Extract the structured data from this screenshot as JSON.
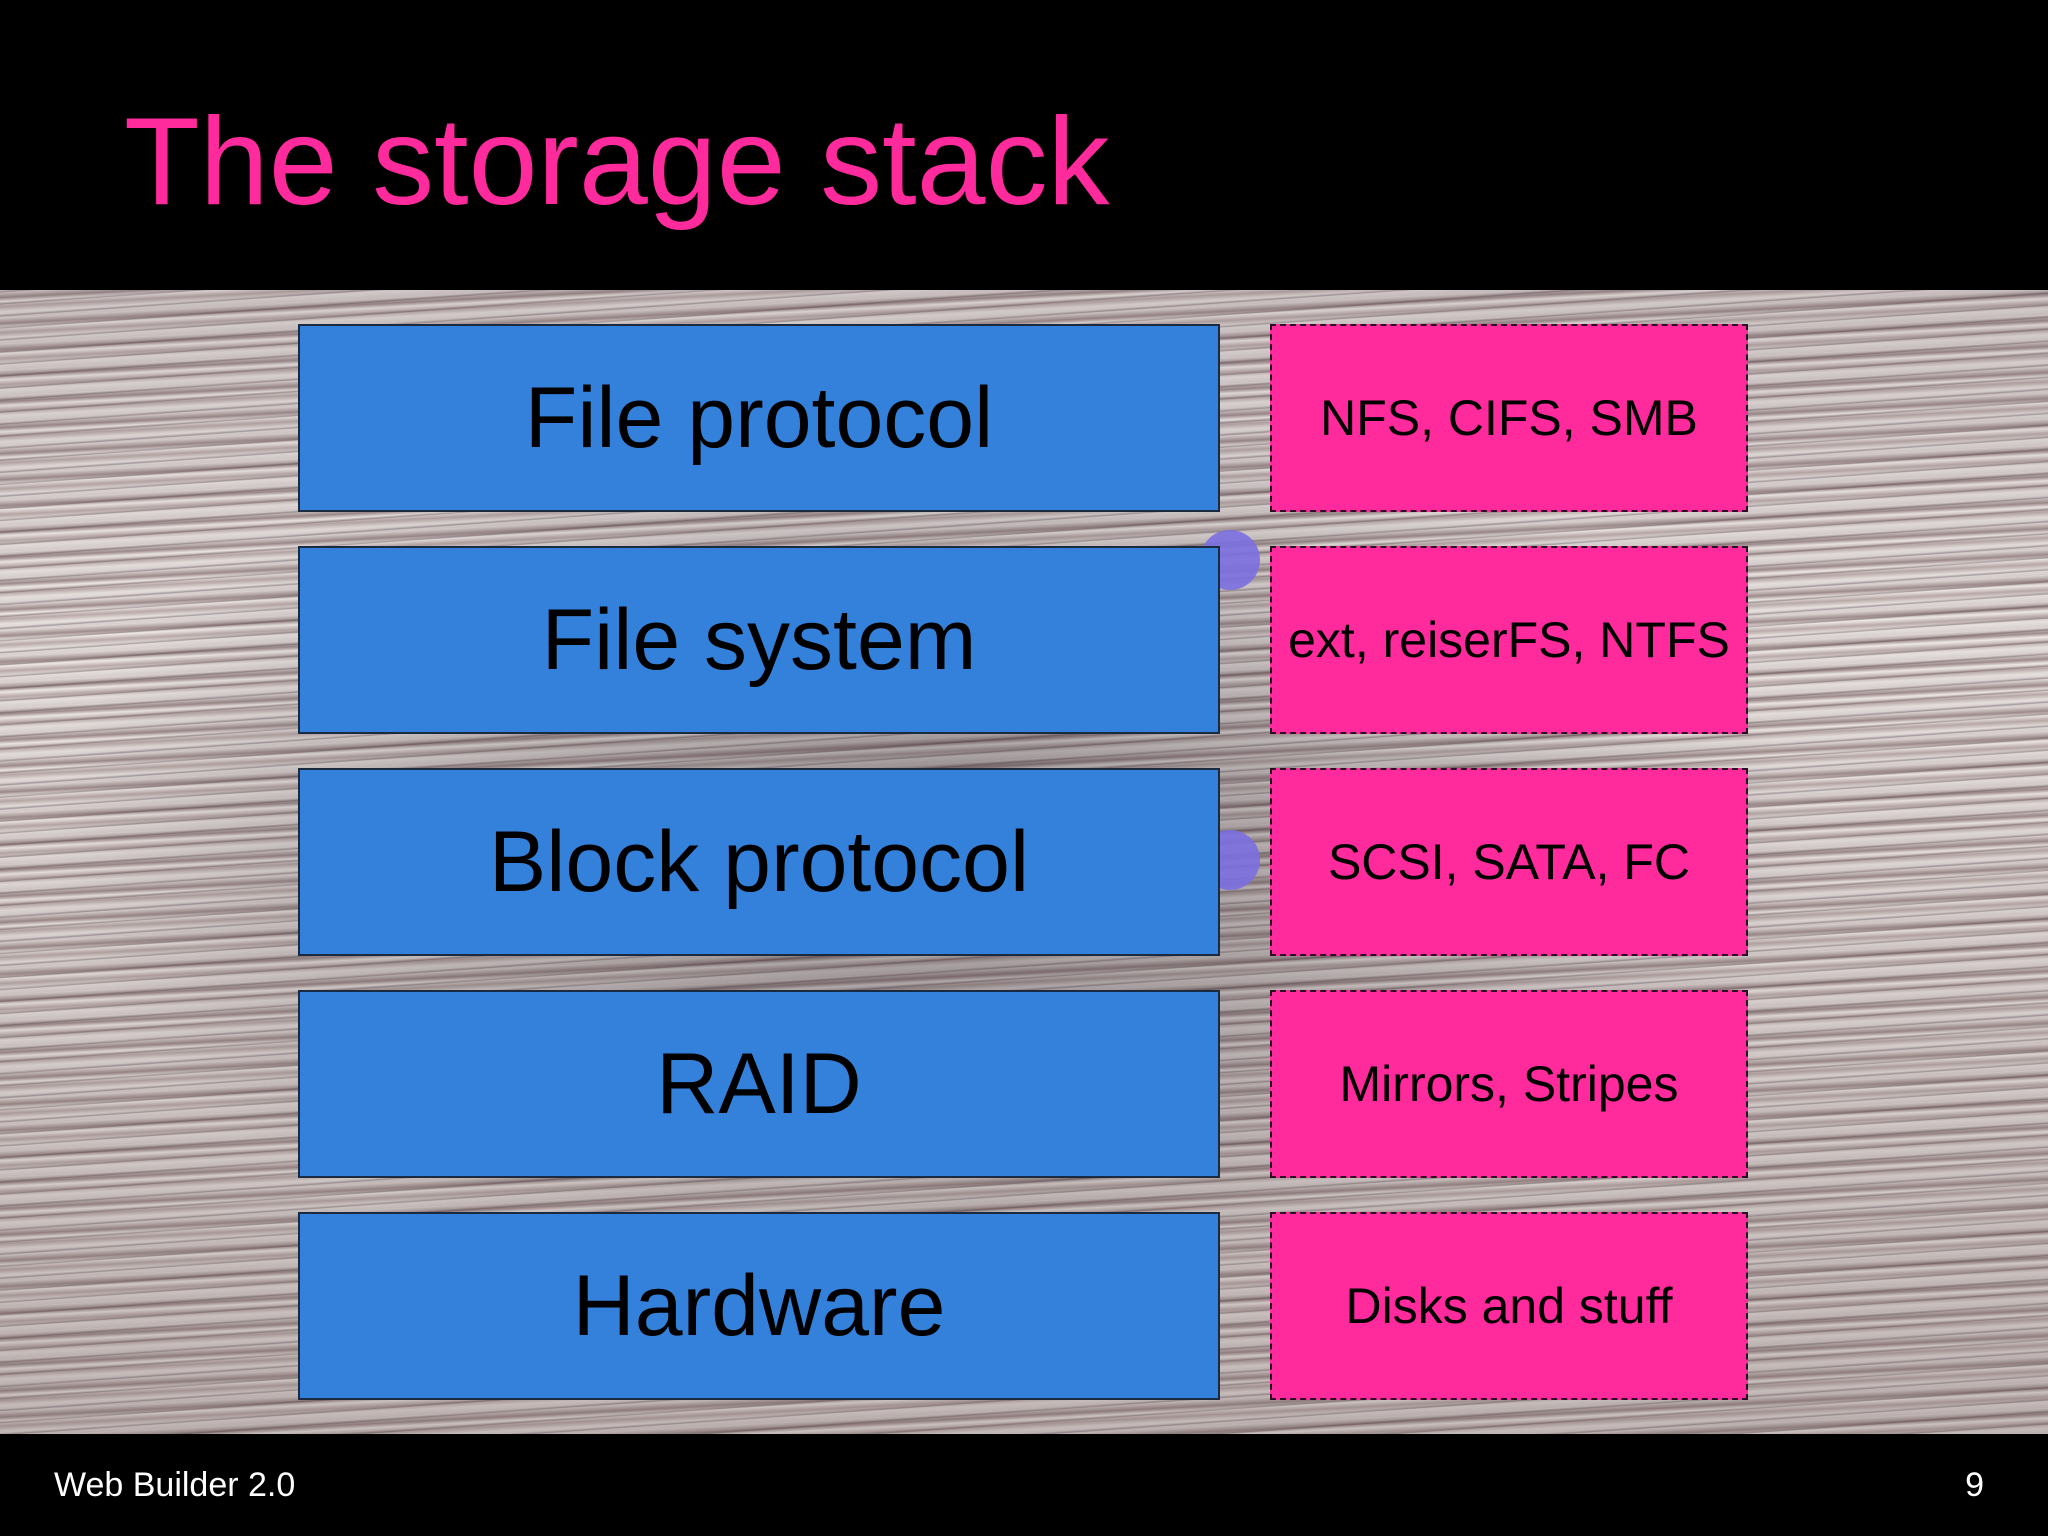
{
  "slide": {
    "title": "The storage stack",
    "footer_text": "Web Builder 2.0",
    "page_number": "9"
  },
  "stack": [
    {
      "layer": "File protocol",
      "examples": "NFS, CIFS, SMB"
    },
    {
      "layer": "File system",
      "examples": "ext, reiserFS, NTFS"
    },
    {
      "layer": "Block protocol",
      "examples": "SCSI, SATA, FC"
    },
    {
      "layer": "RAID",
      "examples": "Mirrors, Stripes"
    },
    {
      "layer": "Hardware",
      "examples": "Disks and stuff"
    }
  ],
  "colors": {
    "title": "#ff2a9c",
    "layer_box": "#3481db",
    "example_box": "#ff2a9c",
    "background": "#000000"
  }
}
